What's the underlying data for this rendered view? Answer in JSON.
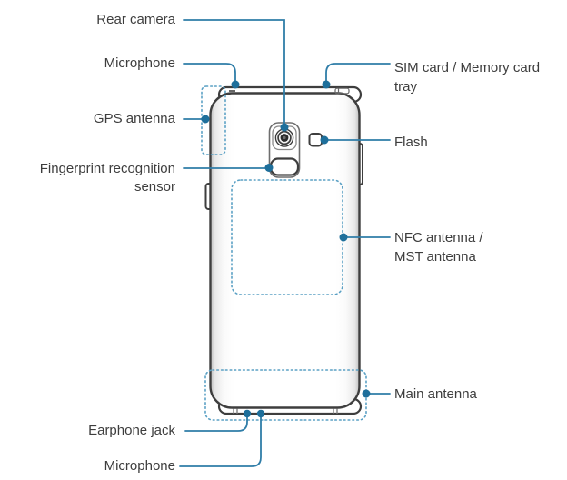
{
  "diagram": {
    "subject": "smartphone-back-view",
    "colors": {
      "leader_line": "#2f7da8",
      "callout_dot": "#1e6f9b",
      "antenna_dotted_region": "#5aa0c4",
      "device_outline": "#3e3e3e",
      "label_text": "#3d3d3d",
      "background": "#ffffff"
    },
    "callouts": {
      "left": [
        {
          "id": "rear-camera",
          "lines": [
            "Rear camera"
          ]
        },
        {
          "id": "microphone-top",
          "lines": [
            "Microphone"
          ]
        },
        {
          "id": "gps-antenna",
          "lines": [
            "GPS antenna"
          ]
        },
        {
          "id": "fingerprint-sensor",
          "lines": [
            "Fingerprint recognition",
            "sensor"
          ]
        },
        {
          "id": "earphone-jack",
          "lines": [
            "Earphone jack"
          ]
        },
        {
          "id": "microphone-bottom",
          "lines": [
            "Microphone"
          ]
        }
      ],
      "right": [
        {
          "id": "sim-tray",
          "lines": [
            "SIM card / Memory card",
            "tray"
          ]
        },
        {
          "id": "flash",
          "lines": [
            "Flash"
          ]
        },
        {
          "id": "nfc-antenna",
          "lines": [
            "NFC antenna /",
            "MST antenna"
          ]
        },
        {
          "id": "main-antenna",
          "lines": [
            "Main antenna"
          ]
        }
      ]
    }
  }
}
